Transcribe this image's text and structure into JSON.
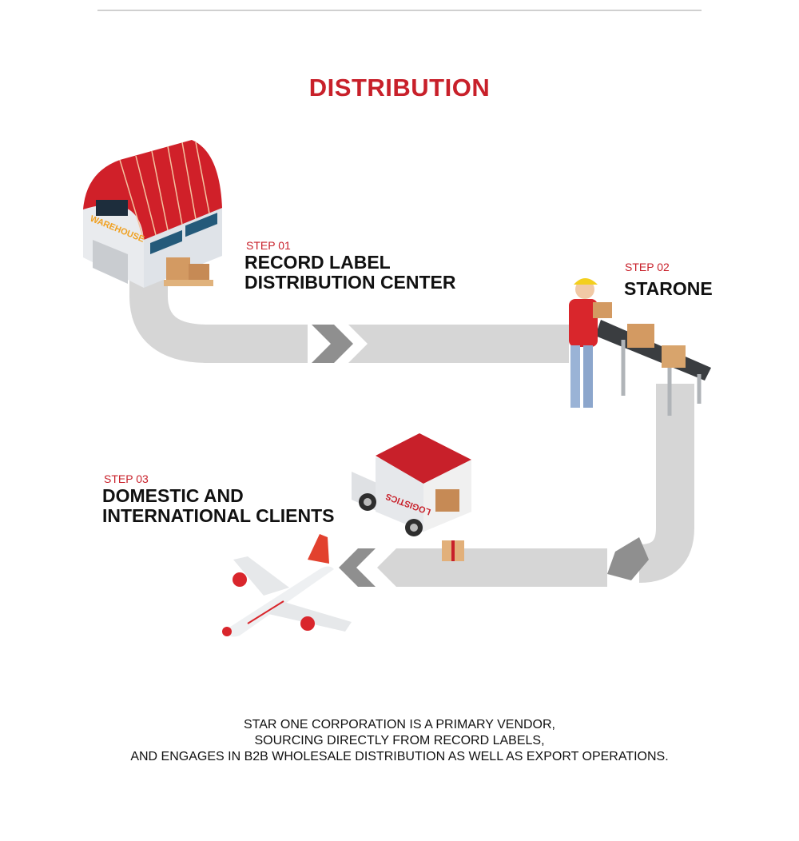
{
  "title": "DISTRIBUTION",
  "steps": [
    {
      "label": "STEP 01",
      "heading_line1": "RECORD LABEL",
      "heading_line2": "DISTRIBUTION CENTER"
    },
    {
      "label": "STEP 02",
      "heading_line1": "STARONE"
    },
    {
      "label": "STEP 03",
      "heading_line1": "DOMESTIC AND",
      "heading_line2": "INTERNATIONAL CLIENTS"
    }
  ],
  "illustrations": {
    "warehouse_sign": "WAREHOUSE",
    "van_sign": "LOGISTICS"
  },
  "footer": {
    "line1": "STAR ONE CORPORATION IS A PRIMARY VENDOR,",
    "line2": "SOURCING DIRECTLY FROM RECORD LABELS,",
    "line3": "AND ENGAGES IN B2B WHOLESALE DISTRIBUTION AS WELL AS EXPORT OPERATIONS."
  },
  "colors": {
    "accent": "#c8202a",
    "path": "#d6d6d6",
    "chevron": "#8f8f8f"
  }
}
